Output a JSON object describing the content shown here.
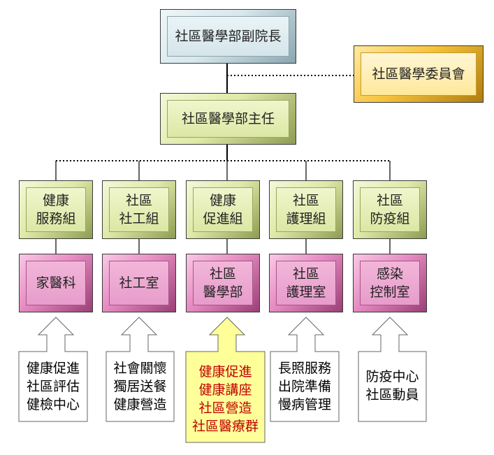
{
  "top": {
    "vice_dean": "社區醫學部副院長",
    "committee": "社區醫學委員會",
    "director": "社區醫學部主任"
  },
  "groups": [
    {
      "name": "健康\n服務組",
      "unit": "家醫科",
      "services": "健康促進\n社區評估\n健檢中心",
      "highlight": false
    },
    {
      "name": "社區\n社工組",
      "unit": "社工室",
      "services": "社會關懷\n獨居送餐\n健康營造",
      "highlight": false
    },
    {
      "name": "健康\n促進組",
      "unit": "社區\n醫學部",
      "services": "健康促進\n健康講座\n社區營造\n社區醫療群",
      "highlight": true
    },
    {
      "name": "社區\n護理組",
      "unit": "社區\n護理室",
      "services": "長照服務\n出院準備\n慢病管理",
      "highlight": false
    },
    {
      "name": "社區\n防疫組",
      "unit": "感染\n控制室",
      "services": "防疫中心\n社區動員",
      "highlight": false
    }
  ],
  "colors": {
    "top_box": "#d7e7ec",
    "group_box": "#dfe9a8",
    "unit_box": "#e58ac0",
    "committee_box": "#f6c23a",
    "highlight_arrow": "#ffff99",
    "highlight_text": "#c00000"
  }
}
